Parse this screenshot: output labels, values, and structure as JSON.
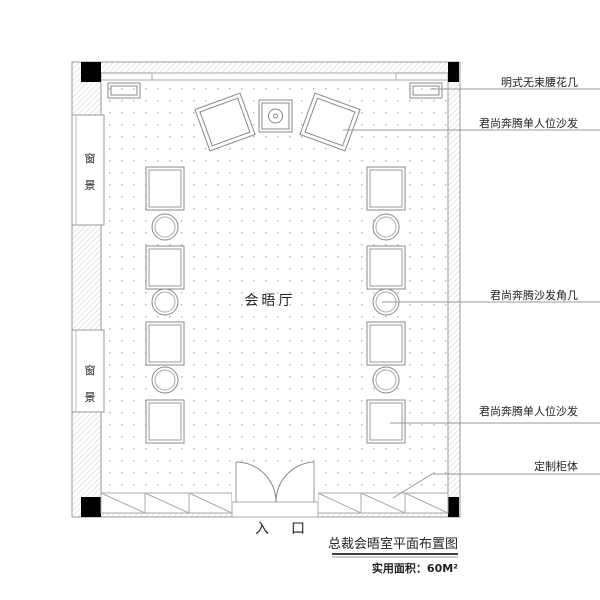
{
  "room_label": "会晤厅",
  "window_label_top": [
    "窗",
    "景"
  ],
  "window_label_bottom": [
    "窗",
    "景"
  ],
  "entrance": [
    "入",
    "口"
  ],
  "title": "总裁会晤室平面布置图",
  "area": "实用面积：60M²",
  "annotations": [
    "明式无束腰花几",
    "君尚奔腾单人位沙发",
    "君尚奔腾沙发角几",
    "君尚奔腾单人位沙发",
    "定制柜体"
  ]
}
